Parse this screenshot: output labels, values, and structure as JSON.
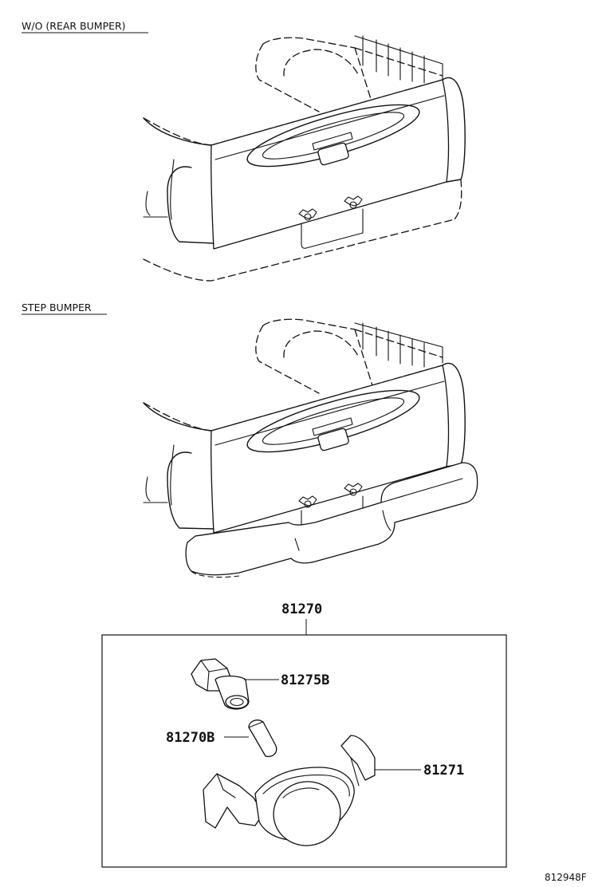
{
  "sections": {
    "wo_rear_bumper": "W/O  (REAR BUMPER)",
    "step_bumper": "STEP BUMPER"
  },
  "parts": {
    "assembly": "81270",
    "socket": "81275B",
    "bulb": "81270B",
    "lens_housing": "81271"
  },
  "figure_id": "812948F"
}
